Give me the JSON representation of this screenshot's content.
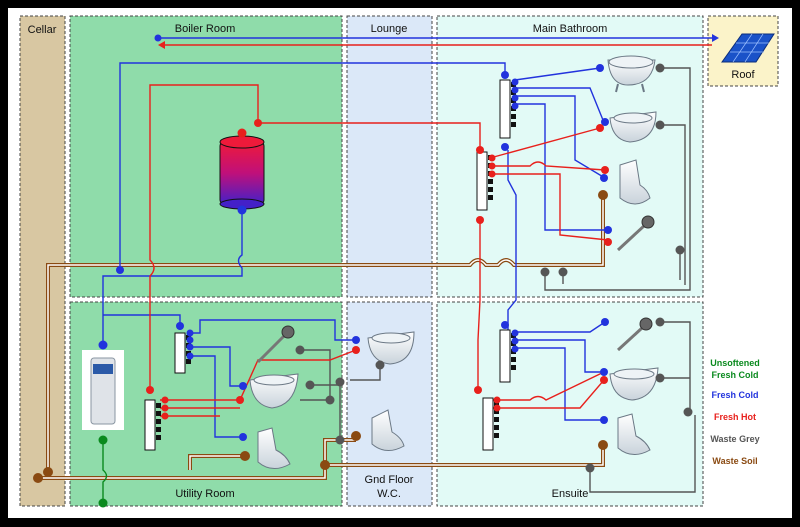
{
  "rooms": {
    "cellar": "Cellar",
    "boiler_room": "Boiler Room",
    "lounge": "Lounge",
    "main_bathroom": "Main Bathroom",
    "roof": "Roof",
    "utility_room": "Utility Room",
    "gnd_floor_wc_line1": "Gnd Floor",
    "gnd_floor_wc_line2": "W.C.",
    "ensuite": "Ensuite"
  },
  "legend": [
    {
      "line1": "Unsoftened",
      "line2": "Fresh Cold",
      "color": "#0a8a1e"
    },
    {
      "line1": "Fresh Cold",
      "line2": "",
      "color": "#2233dd"
    },
    {
      "line1": "Fresh Hot",
      "line2": "",
      "color": "#e8201c"
    },
    {
      "line1": "Waste Grey",
      "line2": "",
      "color": "#555555"
    },
    {
      "line1": "Waste Soil",
      "line2": "",
      "color": "#8a4a12"
    }
  ],
  "colors": {
    "cold": "#2233dd",
    "hot": "#e8201c",
    "unsoftened": "#0a8a1e",
    "grey": "#555555",
    "soil": "#8a4a12",
    "boiler_bg": "#8fdcaa",
    "lounge_bg": "#dbe8f8",
    "bath_bg": "#e2faf6",
    "cellar_bg": "#d8c7a2",
    "roof_bg": "#fbf3c9"
  }
}
